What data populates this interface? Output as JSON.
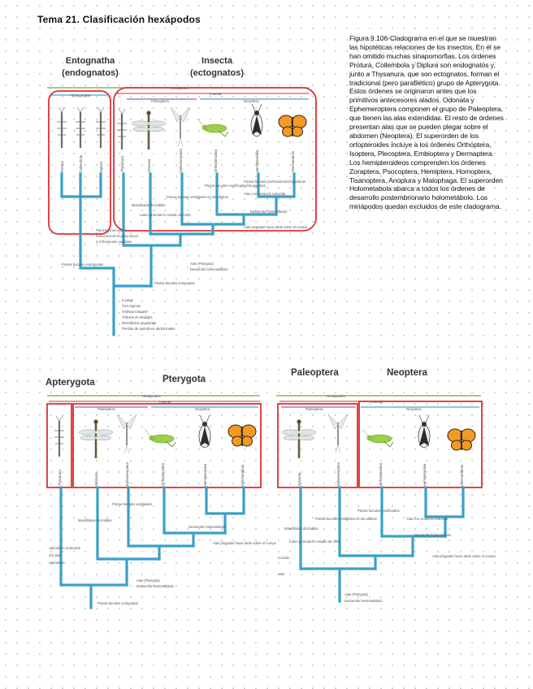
{
  "page_title": "Tema 21. Clasificación hexápodos",
  "caption": "Figura 9.106-Cladograma en el que se muestran las hipotéticas relaciones de los insectos. En él se han omitido muchas sinapomorfias. Los órdenes Protura, Collembola y Diplura son endognatos y, junto a Thysanura, que son ectognatos, forman el tradicional (pero parafilético) grupo de Apterygota. Estos órdenes se originaron antes que los primitivos antecesores alados. Odonata y Ephemeroptera componen el grupo de Paleoptera, que tienen las alas extendidas. El resto de órdenes presentan alas que se pueden plegar sobre el abdomen (Neoptera). El superorden de los ortopteroides incluye a los órdenes Orthoptera, Isoptera, Plecoptera, Embioptera y Dermaptera. Los hemipteroideos comprenden los órdenes Zoraptera, Psocoptera, Hemiptera, Homoptera, Tisanoptera, Anoplura y Malophaga. El superorden Holometabola abarca a todos los órdenes de desarrollo postembrionario holometábolo. Los miriápodos quedan excluidos de este cladograma.",
  "fig1": {
    "group_left": "Entognatha",
    "group_left_sub": "(endognatos)",
    "group_right": "Insecta",
    "group_right_sub": "(ectognatos)",
    "bar_hexapoda": "Hexápodos",
    "bar_entognatha": "Entognatha",
    "bar_insecta": "Insecta",
    "bar_paleoptera": "Paleoptera",
    "bar_neoptera": "Neoptera",
    "orders": [
      "Protura",
      "Collembola",
      "Diplura",
      "Thysanura",
      "Odonata",
      "Ephemeroptera",
      "Orthopteroidea",
      "Hemipteroidea",
      "Holometabola"
    ],
    "node_labels": [
      "Pterizaciones alares",
      "Estructura de la pieza bucal",
      "2-3 filamentos caudales",
      "Piezas bucales endognatas",
      "Mandíbulas dicóndilas",
      "Labro pronotal en estado de ninfa",
      "Piezas bucales vestigiales en los adultos",
      "Piezas bucales modificadas/chupadoras",
      "Piezas bucales perforadoras/chupadoras",
      "Alas con venación reducida",
      "Desarrollo holometábolo",
      "Alas plegadas hacia atrás sobre el cuerpo",
      "Alas (Pterigota)",
      "Desarrollo hemimetábolo",
      "Piezas bucales ectognatas",
      "6 patas",
      "Tres tagmas",
      "Sistema traqueal",
      "Túbulos de Malpighi",
      "Mandíbulas unguladas",
      "Pérdida de apéndices abdominales"
    ]
  },
  "fig2": {
    "title_left": "Apterygota",
    "title_right": "Pterygota",
    "bar_hexapoda": "Hexápodos",
    "bar_insecta": "Insecta",
    "bar_paleoptera": "Paleoptera",
    "bar_neoptera": "Neoptera",
    "orders": [
      "Thysanura",
      "Odonata",
      "Ephemeroptera",
      "Orthopteroidea",
      "Hemipteroidea",
      "Holometabola"
    ],
    "node_labels": [
      "Apéndices reducidos",
      "Sin alas",
      "Apéndices",
      "Piezas bucales ectognatas",
      "Alas (Pterigota)",
      "Desarrollo hemimetábolo",
      "Mandíbulas dicóndilas",
      "Piezas bucales vestigiales",
      "Alas plegadas hacia atrás sobre el cuerpo",
      "Desarrollo holometábolo"
    ]
  },
  "fig3": {
    "title_left": "Paleoptera",
    "title_right": "Neoptera",
    "bar_hexapoda": "Hexápodos",
    "bar_insecta": "Insecta",
    "bar_paleoptera": "Paleoptera",
    "bar_neoptera": "Neoptera",
    "orders": [
      "Odonata",
      "Ephemeroptera",
      "Orthopteroidea",
      "Hemipteroidea",
      "Holometabola"
    ],
    "node_labels": [
      "Mandíbulas dicóndilas",
      "Labro pronotal en estado de ninfa",
      "Piezas bucales vestigiales en los adultos",
      "Piezas bucales modificadas",
      "Alas con venación reducida",
      "Desarrollo holometábolo",
      "Alas plegadas hacia atrás sobre el cuerpo",
      "Alas (Pterigota)",
      "Desarrollo hemimetábolo",
      "Incluido",
      "Alas"
    ]
  },
  "colors": {
    "tree": "#3aa0c8",
    "highlight": "#e03030",
    "hexapoda_bar": "#6aa84f",
    "insecta_bar": "#c0392b",
    "paleoptera_bar": "#7b3f9e",
    "neoptera_bar": "#2e86c1"
  }
}
